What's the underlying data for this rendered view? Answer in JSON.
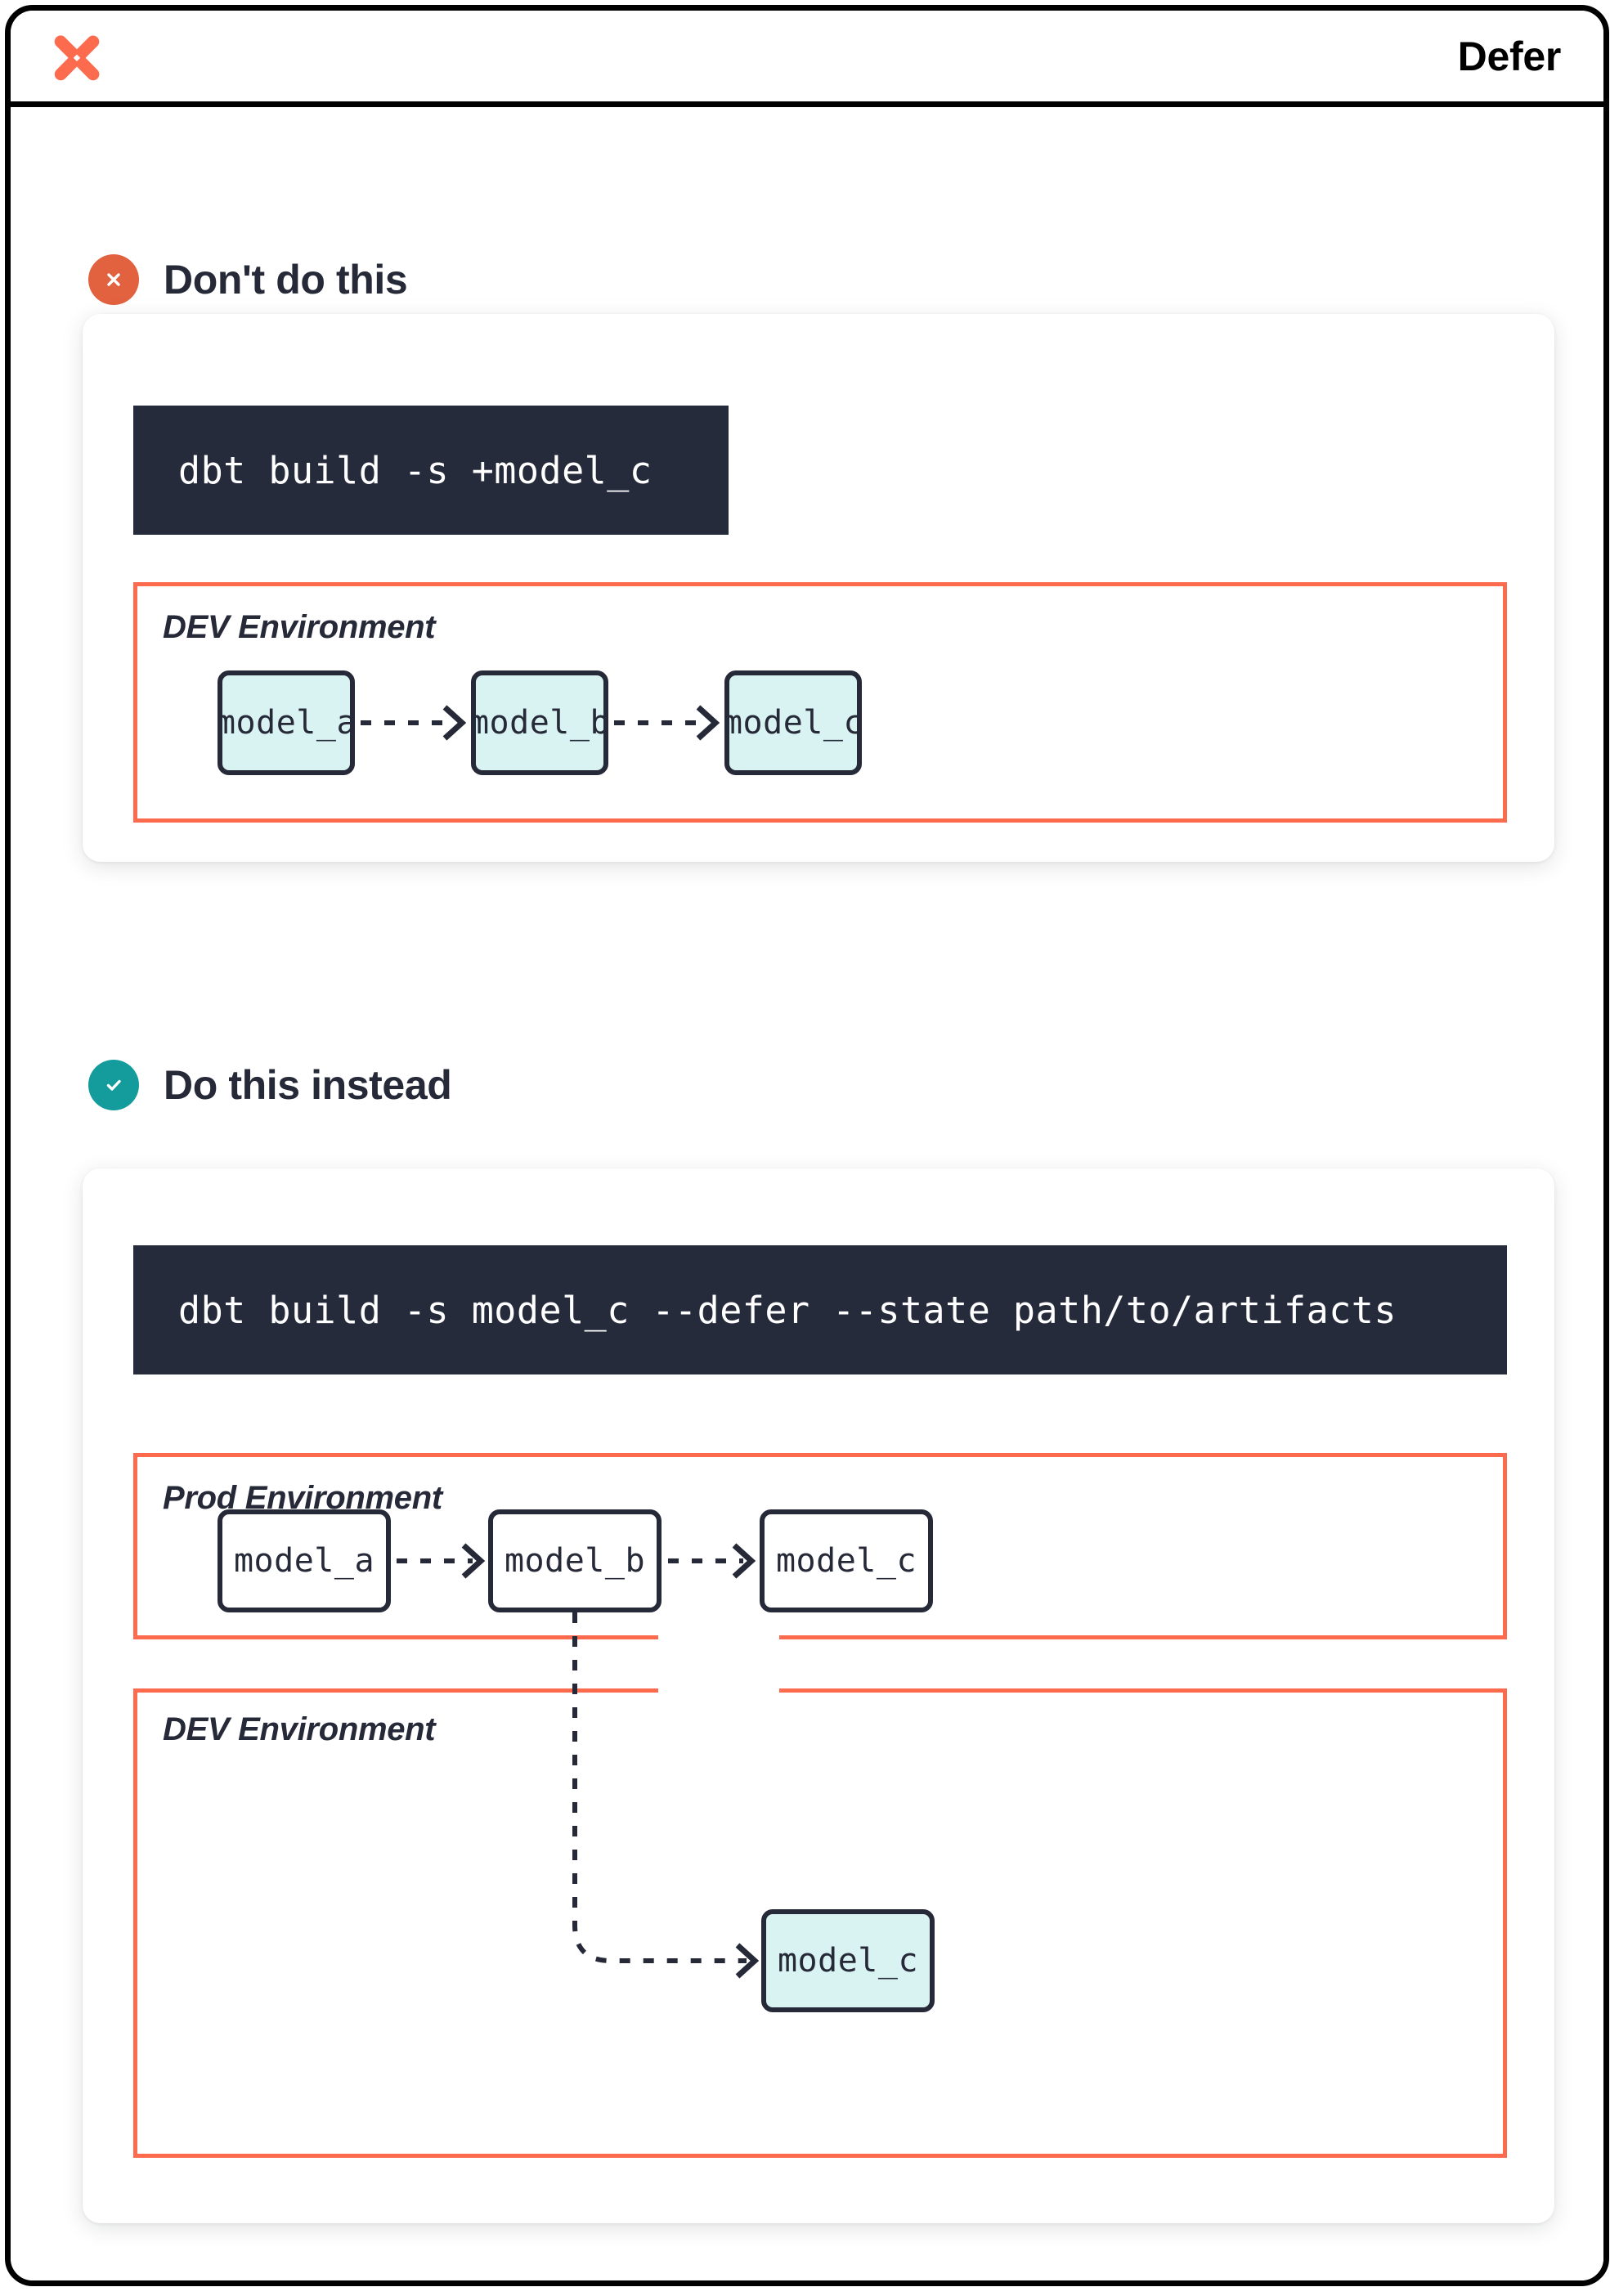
{
  "window": {
    "title": "Defer",
    "logo_icon": "dbt-logo-icon"
  },
  "sections": [
    {
      "badge_icon": "x-circle-icon",
      "badge_color": "#e2613f",
      "title": "Don't do this",
      "command": "dbt build -s +model_c",
      "environments": [
        {
          "label": "DEV Environment",
          "nodes": [
            {
              "label": "model_a",
              "style": "teal"
            },
            {
              "label": "model_b",
              "style": "teal"
            },
            {
              "label": "model_c",
              "style": "teal"
            }
          ]
        }
      ]
    },
    {
      "badge_icon": "check-circle-icon",
      "badge_color": "#149c9c",
      "title": "Do this instead",
      "command": "dbt build -s model_c --defer --state path/to/artifacts",
      "environments": [
        {
          "label": "Prod Environment",
          "nodes": [
            {
              "label": "model_a",
              "style": "white"
            },
            {
              "label": "model_b",
              "style": "white"
            },
            {
              "label": "model_c",
              "style": "white"
            }
          ]
        },
        {
          "label": "DEV Environment",
          "nodes": [
            {
              "label": "model_c",
              "style": "teal"
            }
          ]
        }
      ]
    }
  ],
  "colors": {
    "accent_coral": "#fd6b4e",
    "dark_navy": "#262a38",
    "terminal_bg": "#262b3c",
    "teal_fill": "#d9f3f3",
    "teal_badge": "#149c9c",
    "red_badge": "#e2613f"
  }
}
